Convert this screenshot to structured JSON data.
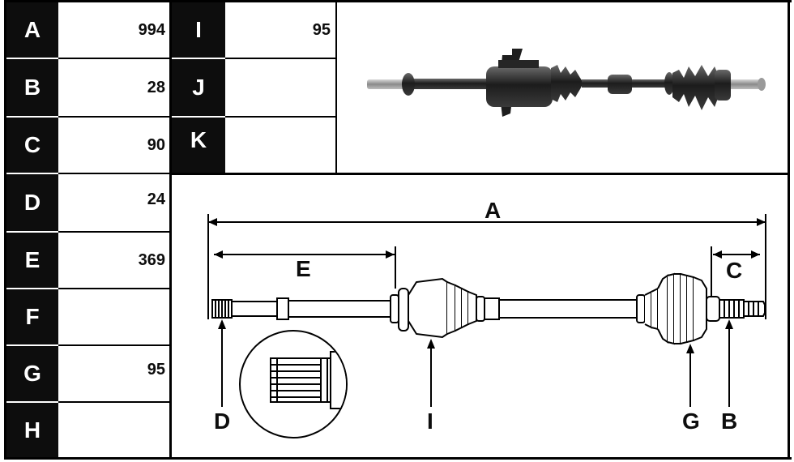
{
  "spec_table": {
    "left_rows": [
      {
        "label": "A",
        "value": "994"
      },
      {
        "label": "B",
        "value": "28"
      },
      {
        "label": "C",
        "value": "90"
      },
      {
        "label": "D",
        "value": "24"
      },
      {
        "label": "E",
        "value": "369"
      },
      {
        "label": "F",
        "value": ""
      },
      {
        "label": "G",
        "value": "95"
      },
      {
        "label": "H",
        "value": ""
      }
    ],
    "right_rows": [
      {
        "label": "I",
        "value": "95"
      },
      {
        "label": "J",
        "value": ""
      },
      {
        "label": "K",
        "value": ""
      }
    ]
  },
  "diagram": {
    "labels": {
      "A": "A",
      "B": "B",
      "C": "C",
      "D": "D",
      "E": "E",
      "G": "G",
      "I": "I"
    }
  },
  "colors": {
    "label_bg": "#0d0d0d",
    "label_text": "#ffffff",
    "line": "#000000",
    "shaft_fill": "#f2f2f2",
    "photo_metal": "#2a2a2a"
  }
}
